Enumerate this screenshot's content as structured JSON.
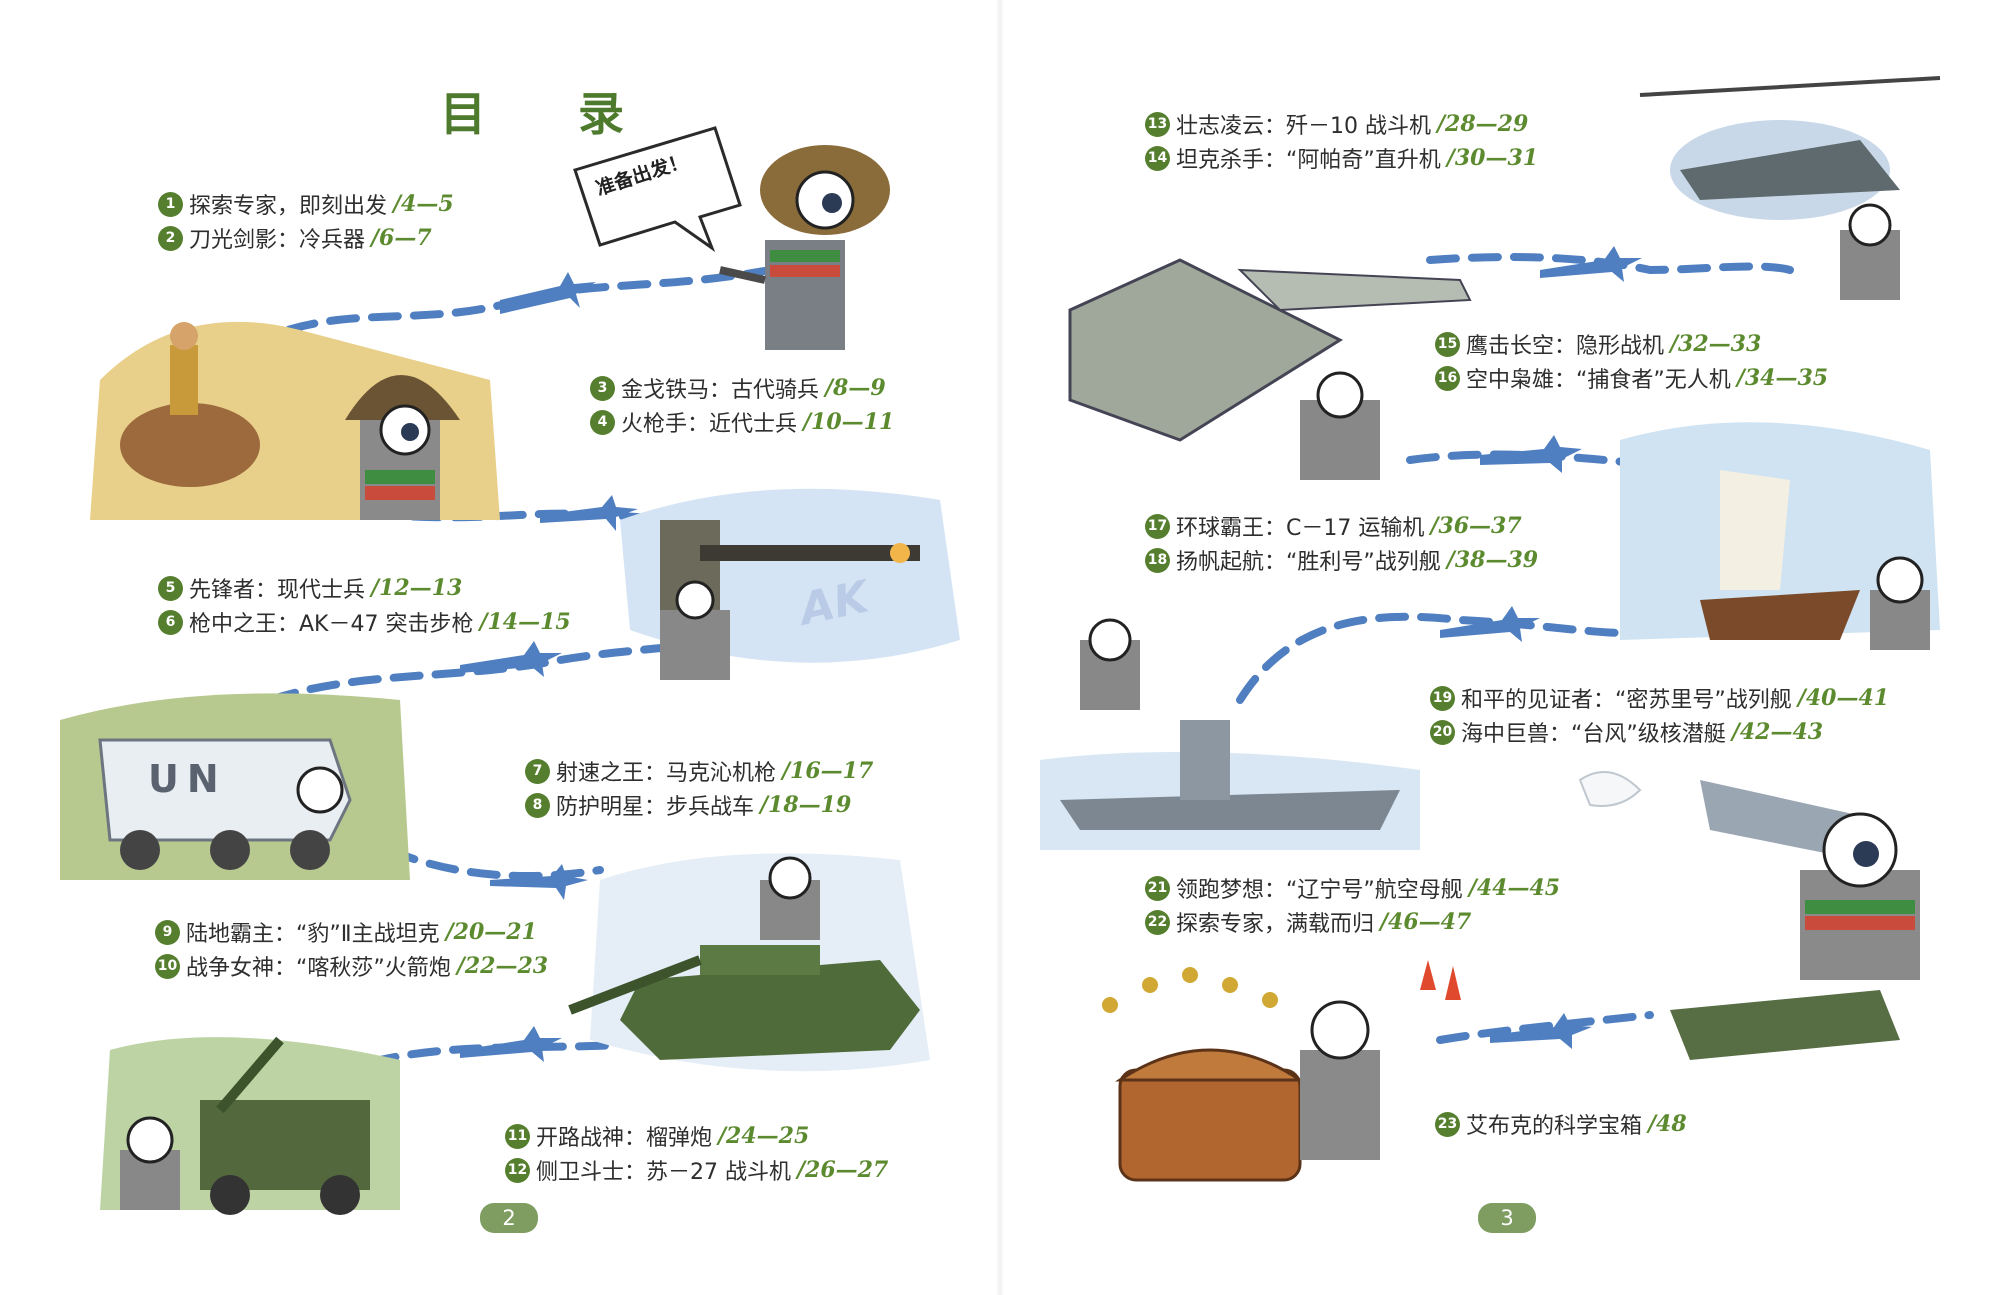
{
  "title": "目 录",
  "bubble": "准备出发！",
  "vehicle_labels": {
    "un": "UN",
    "ak": "AK"
  },
  "page_numbers": {
    "left": "2",
    "right": "3"
  },
  "entries": [
    {
      "num": "1",
      "text": "探索专家，即刻出发",
      "pages": "/4—5"
    },
    {
      "num": "2",
      "text": "刀光剑影：冷兵器",
      "pages": "/6—7"
    },
    {
      "num": "3",
      "text": "金戈铁马：古代骑兵",
      "pages": "/8—9"
    },
    {
      "num": "4",
      "text": "火枪手：近代士兵",
      "pages": "/10—11"
    },
    {
      "num": "5",
      "text": "先锋者：现代士兵",
      "pages": "/12—13"
    },
    {
      "num": "6",
      "text": "枪中之王：AK－47 突击步枪",
      "pages": "/14—15"
    },
    {
      "num": "7",
      "text": "射速之王：马克沁机枪",
      "pages": "/16—17"
    },
    {
      "num": "8",
      "text": "防护明星：步兵战车",
      "pages": "/18—19"
    },
    {
      "num": "9",
      "text": "陆地霸主：“豹”Ⅱ主战坦克",
      "pages": "/20—21"
    },
    {
      "num": "10",
      "text": "战争女神：“喀秋莎”火箭炮",
      "pages": "/22—23"
    },
    {
      "num": "11",
      "text": "开路战神：榴弹炮",
      "pages": "/24—25"
    },
    {
      "num": "12",
      "text": "侧卫斗士：苏－27 战斗机",
      "pages": "/26—27"
    },
    {
      "num": "13",
      "text": "壮志凌云：歼－10 战斗机",
      "pages": "/28—29"
    },
    {
      "num": "14",
      "text": "坦克杀手：“阿帕奇”直升机",
      "pages": "/30—31"
    },
    {
      "num": "15",
      "text": "鹰击长空：隐形战机",
      "pages": "/32—33"
    },
    {
      "num": "16",
      "text": "空中枭雄：“捕食者”无人机",
      "pages": "/34—35"
    },
    {
      "num": "17",
      "text": "环球霸王：C－17 运输机",
      "pages": "/36—37"
    },
    {
      "num": "18",
      "text": "扬帆起航：“胜利号”战列舰",
      "pages": "/38—39"
    },
    {
      "num": "19",
      "text": "和平的见证者：“密苏里号”战列舰",
      "pages": "/40—41"
    },
    {
      "num": "20",
      "text": "海中巨兽：“台风”级核潜艇",
      "pages": "/42—43"
    },
    {
      "num": "21",
      "text": "领跑梦想：“辽宁号”航空母舰",
      "pages": "/44—45"
    },
    {
      "num": "22",
      "text": "探索专家，满载而归",
      "pages": "/46—47"
    },
    {
      "num": "23",
      "text": "艾布克的科学宝箱",
      "pages": "/48"
    }
  ]
}
